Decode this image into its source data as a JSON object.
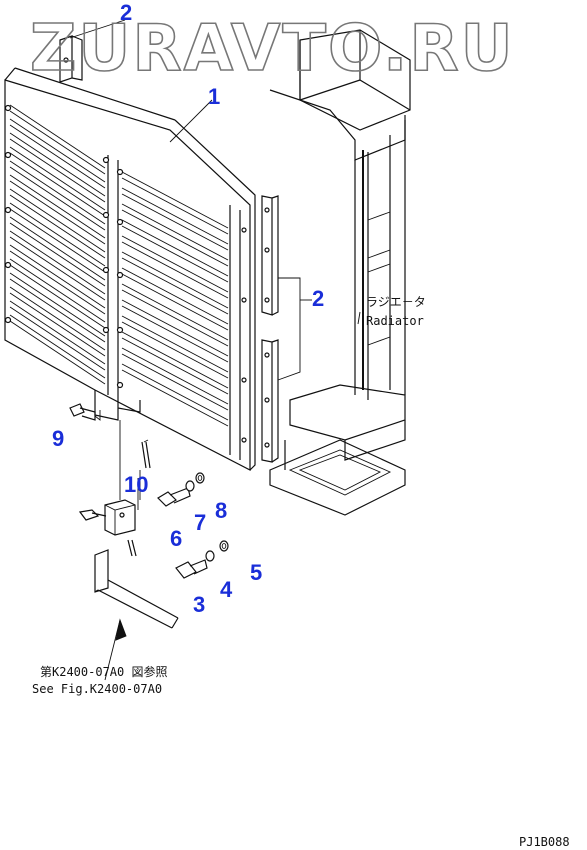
{
  "watermark": "ZURAVTO.RU",
  "callouts": [
    "1",
    "2",
    "2",
    "3",
    "4",
    "5",
    "6",
    "7",
    "8",
    "9",
    "10"
  ],
  "radiator_label_jp": "ラジエ－タ",
  "radiator_label_en": "Radiator",
  "reference_jp": "第K2400-07A0 図参照",
  "reference_en": "See Fig.K2400-07A0",
  "drawing_code": "PJ1B088",
  "colors": {
    "callout": "#1a2ed8",
    "line": "#111111",
    "watermark": "#777777"
  }
}
